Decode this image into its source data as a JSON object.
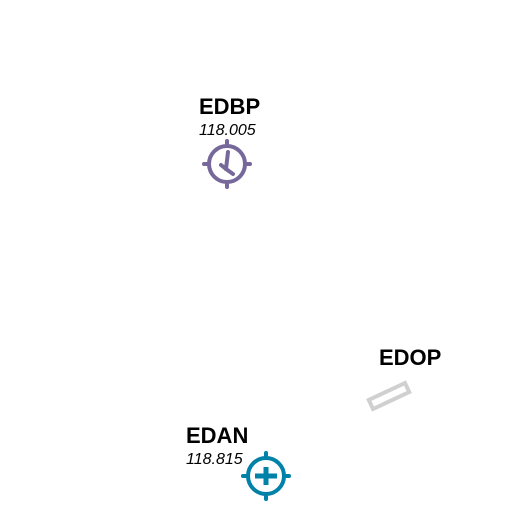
{
  "airports": [
    {
      "code": "EDBP",
      "frequency": "118.005",
      "symbol": "airfield-grass-icon",
      "color": "#76689a"
    },
    {
      "code": "EDOP",
      "frequency": "",
      "symbol": "runway-icon",
      "color": "#d0d0d0"
    },
    {
      "code": "EDAN",
      "frequency": "118.815",
      "symbol": "airfield-paved-icon",
      "color": "#0081a7"
    }
  ]
}
